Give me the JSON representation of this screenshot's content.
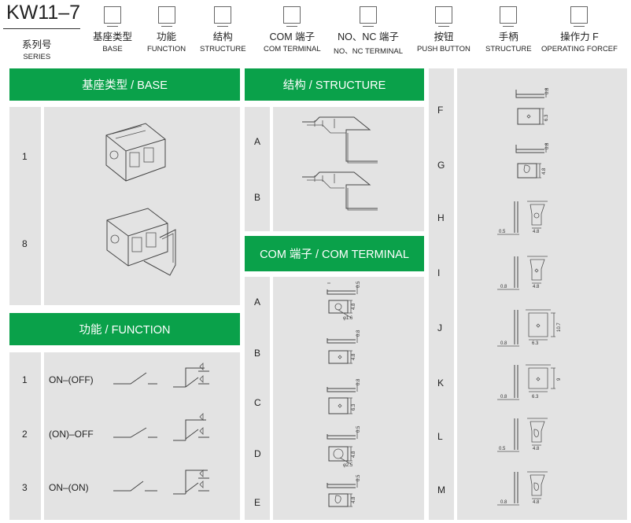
{
  "title": "KW11–7",
  "code_columns": [
    {
      "cn": "系列号",
      "en": "SERIES"
    },
    {
      "cn": "基座类型",
      "en": "BASE"
    },
    {
      "cn": "功能",
      "en": "FUNCTION"
    },
    {
      "cn": "结构",
      "en": "STRUCTURE"
    },
    {
      "cn": "COM 端子",
      "en": "COM TERMINAL"
    },
    {
      "cn": "NO、NC 端子",
      "en": "NO、NC TERMINAL"
    },
    {
      "cn": "按钮",
      "en": "PUSH BUTTON"
    },
    {
      "cn": "手柄",
      "en": "STRUCTURE"
    },
    {
      "cn": "操作力 F",
      "en": "OPERATING FORCEF"
    }
  ],
  "base": {
    "header": "基座类型 / BASE",
    "rows": [
      "1",
      "8"
    ]
  },
  "function": {
    "header": "功能 / FUNCTION",
    "rows": [
      {
        "code": "1",
        "label": "ON–(OFF)"
      },
      {
        "code": "2",
        "label": "(ON)–OFF"
      },
      {
        "code": "3",
        "label": "ON–(ON)"
      }
    ]
  },
  "structure": {
    "header": "结构 / STRUCTURE",
    "rows": [
      "A",
      "B"
    ]
  },
  "com_terminal": {
    "header": "COM 端子 / COM TERMINAL",
    "rows": [
      {
        "code": "A",
        "dims": [
          "0.5",
          "4.8",
          "φ1.6"
        ]
      },
      {
        "code": "B",
        "dims": [
          "0.8",
          "4.8"
        ]
      },
      {
        "code": "C",
        "dims": [
          "0.8",
          "6.3"
        ]
      },
      {
        "code": "D",
        "dims": [
          "0.5",
          "4.8",
          "φ2.5"
        ]
      },
      {
        "code": "E",
        "dims": [
          "0.5",
          "4.8"
        ]
      }
    ]
  },
  "handle": {
    "rows": [
      {
        "code": "F",
        "dims": [
          "0.8",
          "6.3"
        ]
      },
      {
        "code": "G",
        "dims": [
          "0.8",
          "4.8"
        ]
      },
      {
        "code": "H",
        "dims": [
          "0.5",
          "4.8"
        ]
      },
      {
        "code": "I",
        "dims": [
          "0.8",
          "4.8"
        ]
      },
      {
        "code": "J",
        "dims": [
          "0.8",
          "6.3",
          "10.7"
        ]
      },
      {
        "code": "K",
        "dims": [
          "0.8",
          "6.3",
          "9"
        ]
      },
      {
        "code": "L",
        "dims": [
          "0.5",
          "4.8"
        ]
      },
      {
        "code": "M",
        "dims": [
          "0.8",
          "4.8"
        ]
      }
    ]
  }
}
